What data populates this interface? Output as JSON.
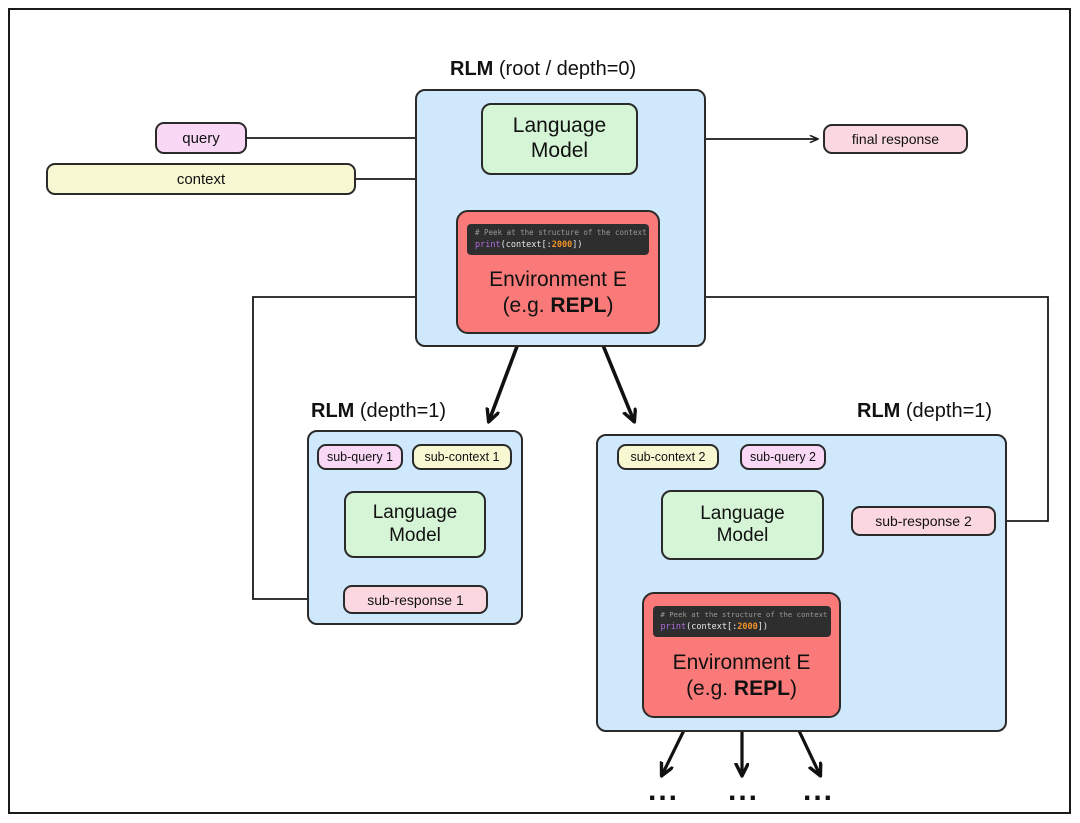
{
  "diagram": {
    "title_root": "RLM (root / depth=0)",
    "root": {
      "label_bold": "RLM",
      "label_rest": " (root / depth=0)"
    },
    "depth1_left": {
      "label_bold": "RLM",
      "label_rest": " (depth=1)"
    },
    "depth1_right": {
      "label_bold": "RLM",
      "label_rest": " (depth=1)"
    },
    "language_model": "Language\nModel",
    "language_model_line1": "Language",
    "language_model_line2": "Model",
    "environment_line1": "Environment E",
    "environment_prefix": "(e.g. ",
    "environment_bold": "REPL",
    "environment_suffix": ")",
    "code": {
      "comment": "# Peek at the structure of the context",
      "fn": "print",
      "open": "(context[:",
      "number": "2000",
      "close": "])"
    },
    "inputs": {
      "query": "query",
      "context": "context"
    },
    "outputs": {
      "final_response": "final response"
    },
    "left_child": {
      "sub_query": "sub-query 1",
      "sub_context": "sub-context 1",
      "sub_response": "sub-response 1"
    },
    "right_child": {
      "sub_context": "sub-context 2",
      "sub_query": "sub-query 2",
      "sub_response": "sub-response 2"
    },
    "ellipsis": [
      "...",
      "...",
      "..."
    ],
    "colors": {
      "rlm_background": "#cfe8fb",
      "language_model": "#d6f5d6",
      "environment": "#fa7a7a",
      "query": "#f9d8f6",
      "context": "#f7f8d2",
      "response": "#fbd8e0",
      "code_background": "#2e2e2e",
      "code_number": "#f0932b",
      "code_function": "#b06ce0",
      "code_comment": "#9a9a9a",
      "stroke": "#2a2a2a"
    }
  }
}
